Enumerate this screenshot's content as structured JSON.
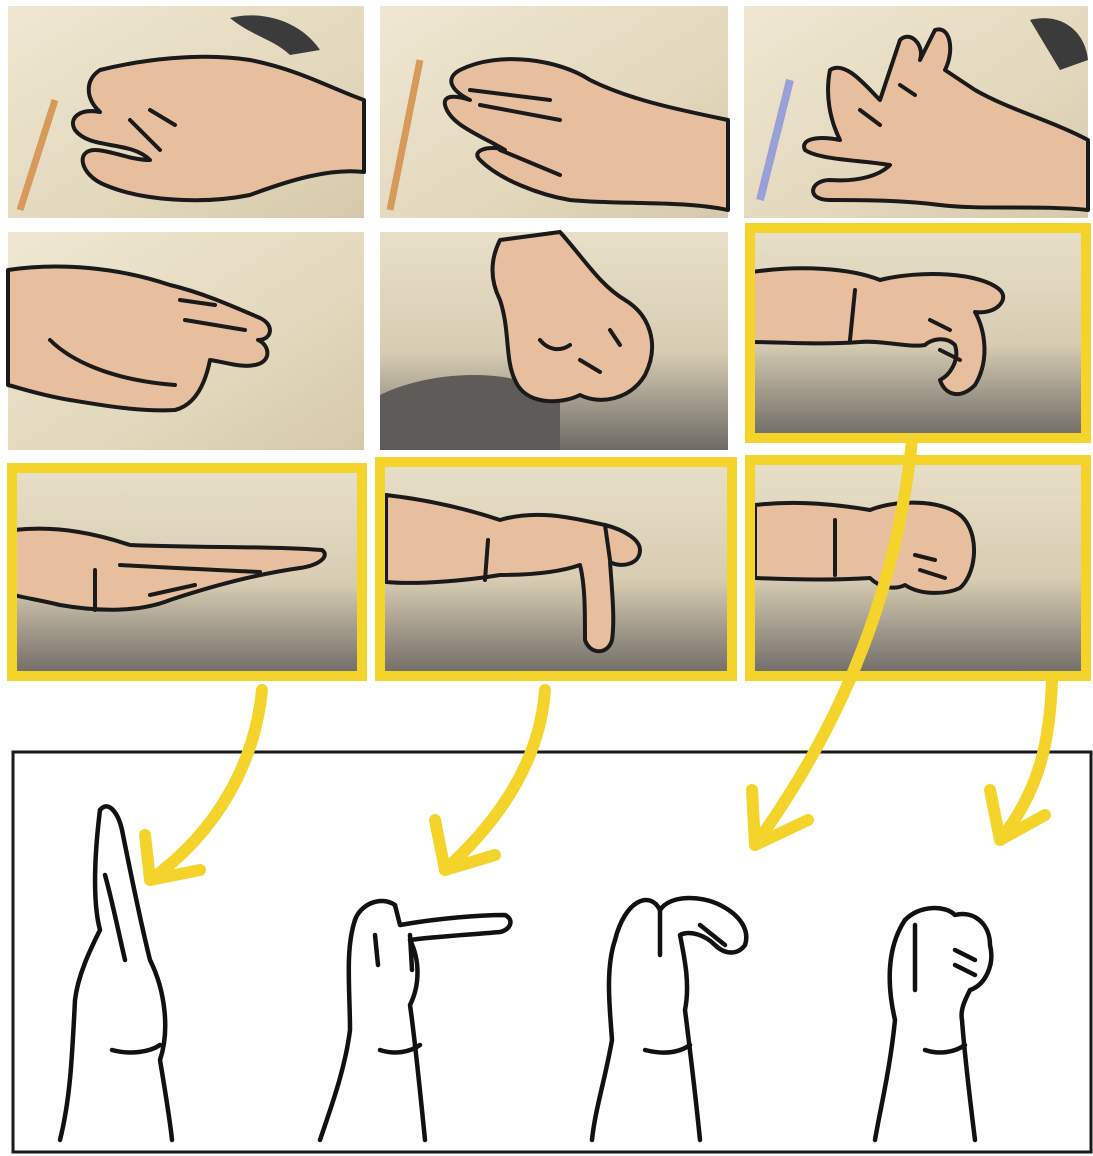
{
  "figure": {
    "photo_rows": [
      {
        "row": 1,
        "cells": [
          {
            "pose": "curled-fingers-on-desk",
            "highlighted": false
          },
          {
            "pose": "flat-hand-on-desk",
            "highlighted": false
          },
          {
            "pose": "spread-fingers",
            "highlighted": false
          }
        ]
      },
      {
        "row": 2,
        "cells": [
          {
            "pose": "hand-side-flat",
            "highlighted": false
          },
          {
            "pose": "fist-downward",
            "highlighted": false
          },
          {
            "pose": "c-shape-hand",
            "highlighted": true
          }
        ]
      },
      {
        "row": 3,
        "cells": [
          {
            "pose": "flat-blade-hand",
            "highlighted": true
          },
          {
            "pose": "index-pointing-l-shape",
            "highlighted": true
          },
          {
            "pose": "closed-fist",
            "highlighted": true
          }
        ]
      }
    ],
    "drawings": [
      {
        "pose": "flat-blade-hand",
        "source": "row3-col1"
      },
      {
        "pose": "index-pointing-l-shape",
        "source": "row3-col2"
      },
      {
        "pose": "c-shape-hand",
        "source": "row2-col3"
      },
      {
        "pose": "closed-fist",
        "source": "row3-col3"
      }
    ],
    "colors": {
      "highlight": "#f4d42a",
      "arrow": "#f4d42a",
      "outline": "#1a1a1a",
      "skin": "#e9bf9f",
      "desk": "#e6dcc4",
      "panel_background": "#ffffff"
    }
  }
}
